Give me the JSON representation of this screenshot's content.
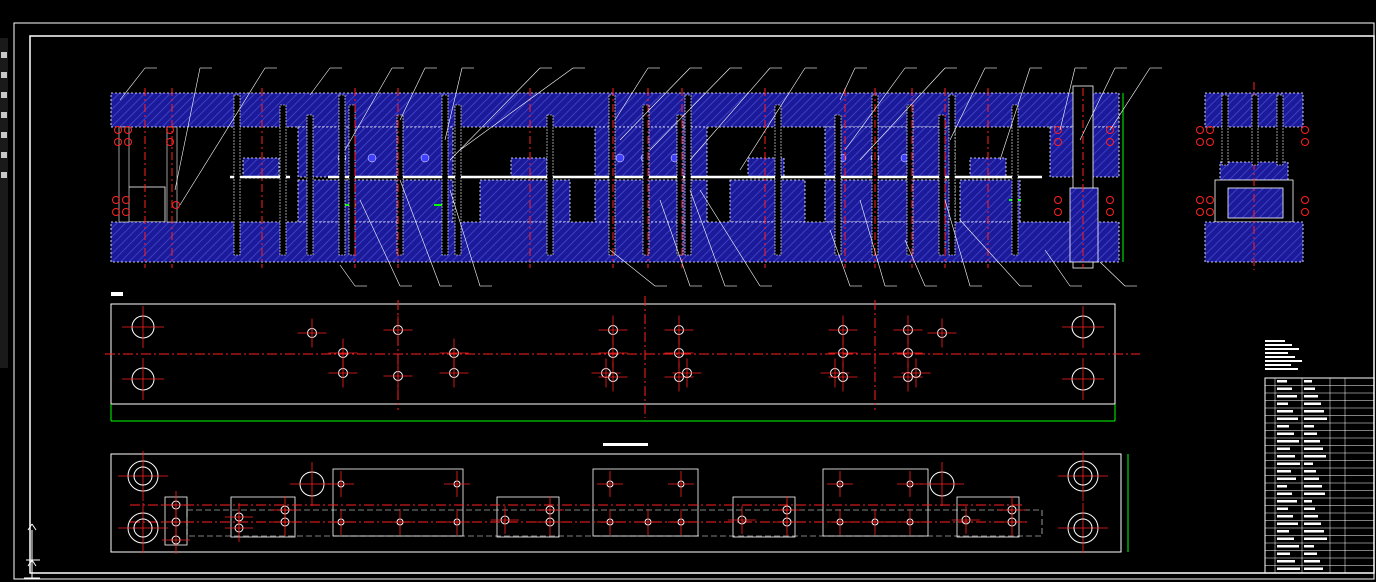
{
  "colors": {
    "background": "#000000",
    "frame": "#ffffff",
    "plate_fill": "#1a1a9a",
    "hatch": "#4a4acf",
    "centerline": "#ff2020",
    "hole_outline": "#ffffff",
    "dimension": "#00ff00",
    "bolt_fill": "#ffff66",
    "accent_blue": "#4040ff"
  },
  "icons": {
    "ucs": "ucs-axis-icon",
    "toolbar": "toolbar-square-icon"
  },
  "views": {
    "front_section": "assembly-section-view",
    "side_section": "side-section-view",
    "top_plate": "upper-plate-plan-view",
    "bottom_plate": "lower-plate-plan-view"
  },
  "title_block": {
    "rows": 26,
    "columns": 5
  }
}
